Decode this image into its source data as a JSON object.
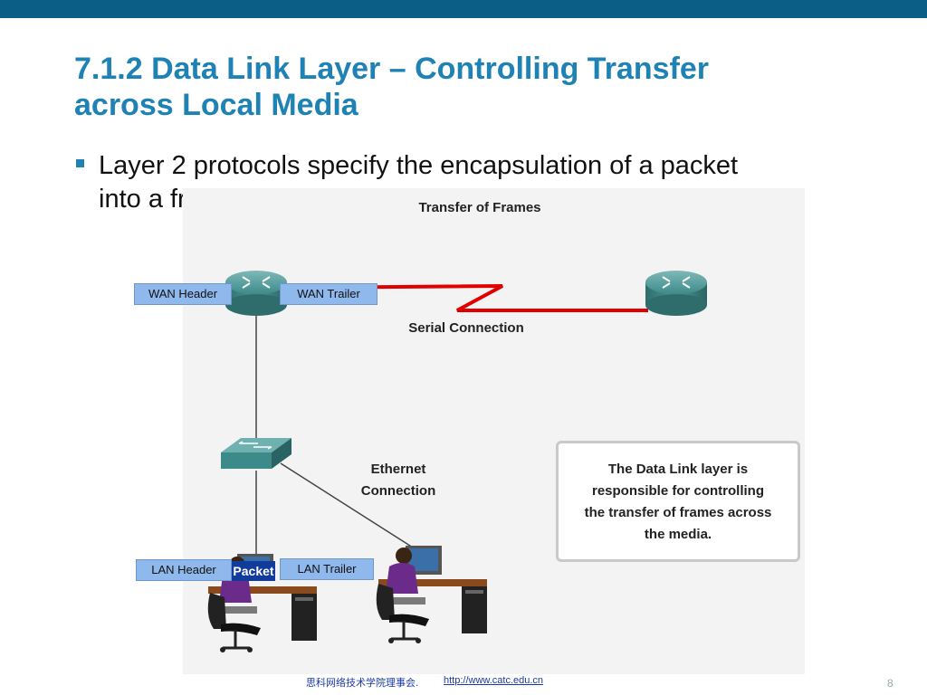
{
  "slide": {
    "title_line1": "7.1.2 Data Link Layer – Controlling Transfer",
    "title_line2": "across Local Media",
    "bullet_line1": "Layer 2 protocols specify the encapsulation of a packet",
    "bullet_line2": "into a frame ."
  },
  "diagram": {
    "heading": "Transfer of Frames",
    "serial_label": "Serial Connection",
    "ethernet_label_line1": "Ethernet",
    "ethernet_label_line2": "Connection",
    "wan_header": "WAN Header",
    "wan_trailer": "WAN Trailer",
    "lan_header": "LAN Header",
    "lan_trailer": "LAN Trailer",
    "packet": "Packet",
    "info_line1": "The Data Link layer is",
    "info_line2": "responsible for controlling",
    "info_line3": "the transfer of frames across",
    "info_line4": "the media.",
    "serial_color": "#e00000",
    "router_color": "#3d8a8a",
    "tag_color": "#8fb8ec",
    "packet_color": "#113c9c"
  },
  "footer": {
    "org": "思科网络技术学院理事会.",
    "url": "http://www.catc.edu.cn",
    "page": "8"
  }
}
